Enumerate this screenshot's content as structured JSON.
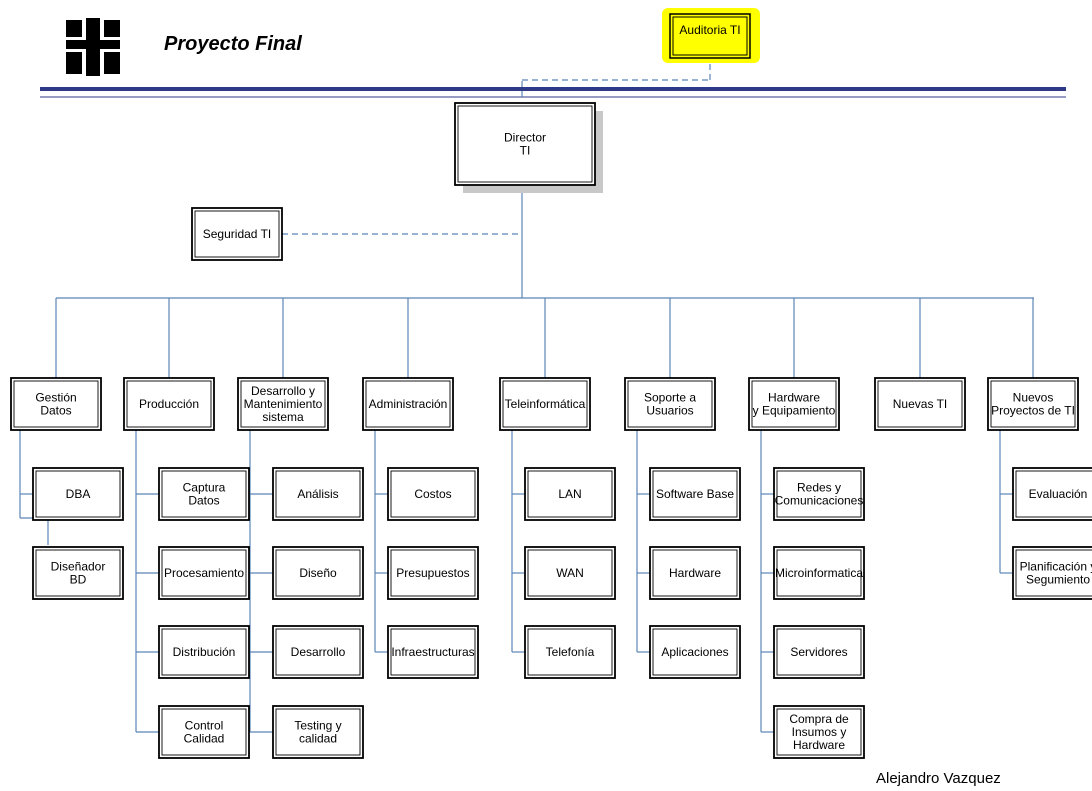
{
  "header": {
    "title": "Proyecto Final",
    "audit_label": "Auditoria TI",
    "highlight_color": "#ffff00",
    "rule_color": "#2e3a87"
  },
  "footer": {
    "author": "Alejandro Vazquez"
  },
  "colors": {
    "connector": "#5b85b8",
    "box_border": "#000000",
    "shadow": "#c8c8c8"
  },
  "chart_data": {
    "type": "org-chart",
    "root": "Director TI",
    "root_lines": [
      "Director",
      "TI"
    ],
    "staff": [
      {
        "name": "Auditoria TI",
        "link": "dashed"
      },
      {
        "name": "Seguridad TI",
        "link": "dashed"
      }
    ],
    "departments": [
      {
        "lines": [
          "Gestión",
          "Datos"
        ],
        "children": [
          [
            "DBA"
          ],
          [
            "Diseñador",
            "BD"
          ]
        ]
      },
      {
        "lines": [
          "Producción"
        ],
        "children": [
          [
            "Captura",
            "Datos"
          ],
          [
            "Procesamiento"
          ],
          [
            "Distribución"
          ],
          [
            "Control",
            "Calidad"
          ]
        ]
      },
      {
        "lines": [
          "Desarrollo y",
          "Mantenimiento",
          "sistema"
        ],
        "children": [
          [
            "Análisis"
          ],
          [
            "Diseño"
          ],
          [
            "Desarrollo"
          ],
          [
            "Testing y",
            "calidad"
          ]
        ]
      },
      {
        "lines": [
          "Administración"
        ],
        "children": [
          [
            "Costos"
          ],
          [
            "Presupuestos"
          ],
          [
            "Infraestructuras"
          ]
        ]
      },
      {
        "lines": [
          "Teleinformática"
        ],
        "children": [
          [
            "LAN"
          ],
          [
            "WAN"
          ],
          [
            "Telefonía"
          ]
        ]
      },
      {
        "lines": [
          "Soporte a",
          "Usuarios"
        ],
        "children": [
          [
            "Software Base"
          ],
          [
            "Hardware"
          ],
          [
            "Aplicaciones"
          ]
        ]
      },
      {
        "lines": [
          "Hardware",
          "y Equipamiento"
        ],
        "children": [
          [
            "Redes y",
            "Comunicaciones"
          ],
          [
            "Microinformatica"
          ],
          [
            "Servidores"
          ],
          [
            "Compra de",
            "Insumos y",
            "Hardware"
          ]
        ]
      },
      {
        "lines": [
          "Nuevas TI"
        ],
        "children": []
      },
      {
        "lines": [
          "Nuevos",
          "Proyectos de TI"
        ],
        "children": [
          [
            "Evaluación"
          ],
          [
            "Planificación y",
            "Segumiento"
          ]
        ]
      }
    ]
  }
}
